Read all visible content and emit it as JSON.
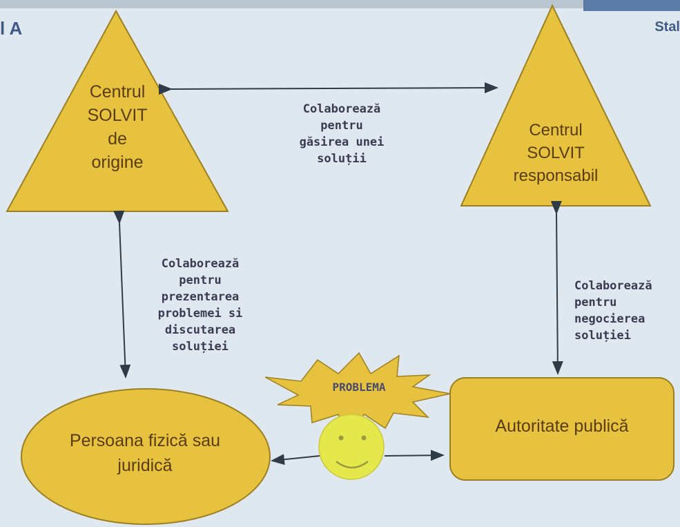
{
  "header": {
    "corner_left": "l A",
    "corner_right": "Stal"
  },
  "nodes": {
    "origin": {
      "lines": [
        "Centrul",
        "SOLVIT",
        "de",
        "origine"
      ]
    },
    "responsible": {
      "lines": [
        "Centrul",
        "SOLVIT",
        "responsabil"
      ]
    },
    "person": {
      "lines": [
        "Persoana fizică sau",
        "juridică"
      ]
    },
    "authority": {
      "label": "Autoritate publică"
    }
  },
  "edges": {
    "top": {
      "lines": [
        "Colaborează",
        "pentru",
        "găsirea unei",
        "soluții"
      ]
    },
    "left": {
      "lines": [
        "Colaborează",
        "pentru",
        "prezentarea",
        "problemei si",
        "discutarea",
        "soluției"
      ]
    },
    "right": {
      "lines": [
        "Colaborează",
        "pentru",
        "negocierea",
        "soluției"
      ]
    }
  },
  "problem": {
    "label": "PROBLEMA"
  },
  "colors": {
    "node_fill": "#e6c23e",
    "node_stroke": "#9b7f22",
    "background": "#dfe8ee",
    "arrow": "#2f3b47"
  }
}
